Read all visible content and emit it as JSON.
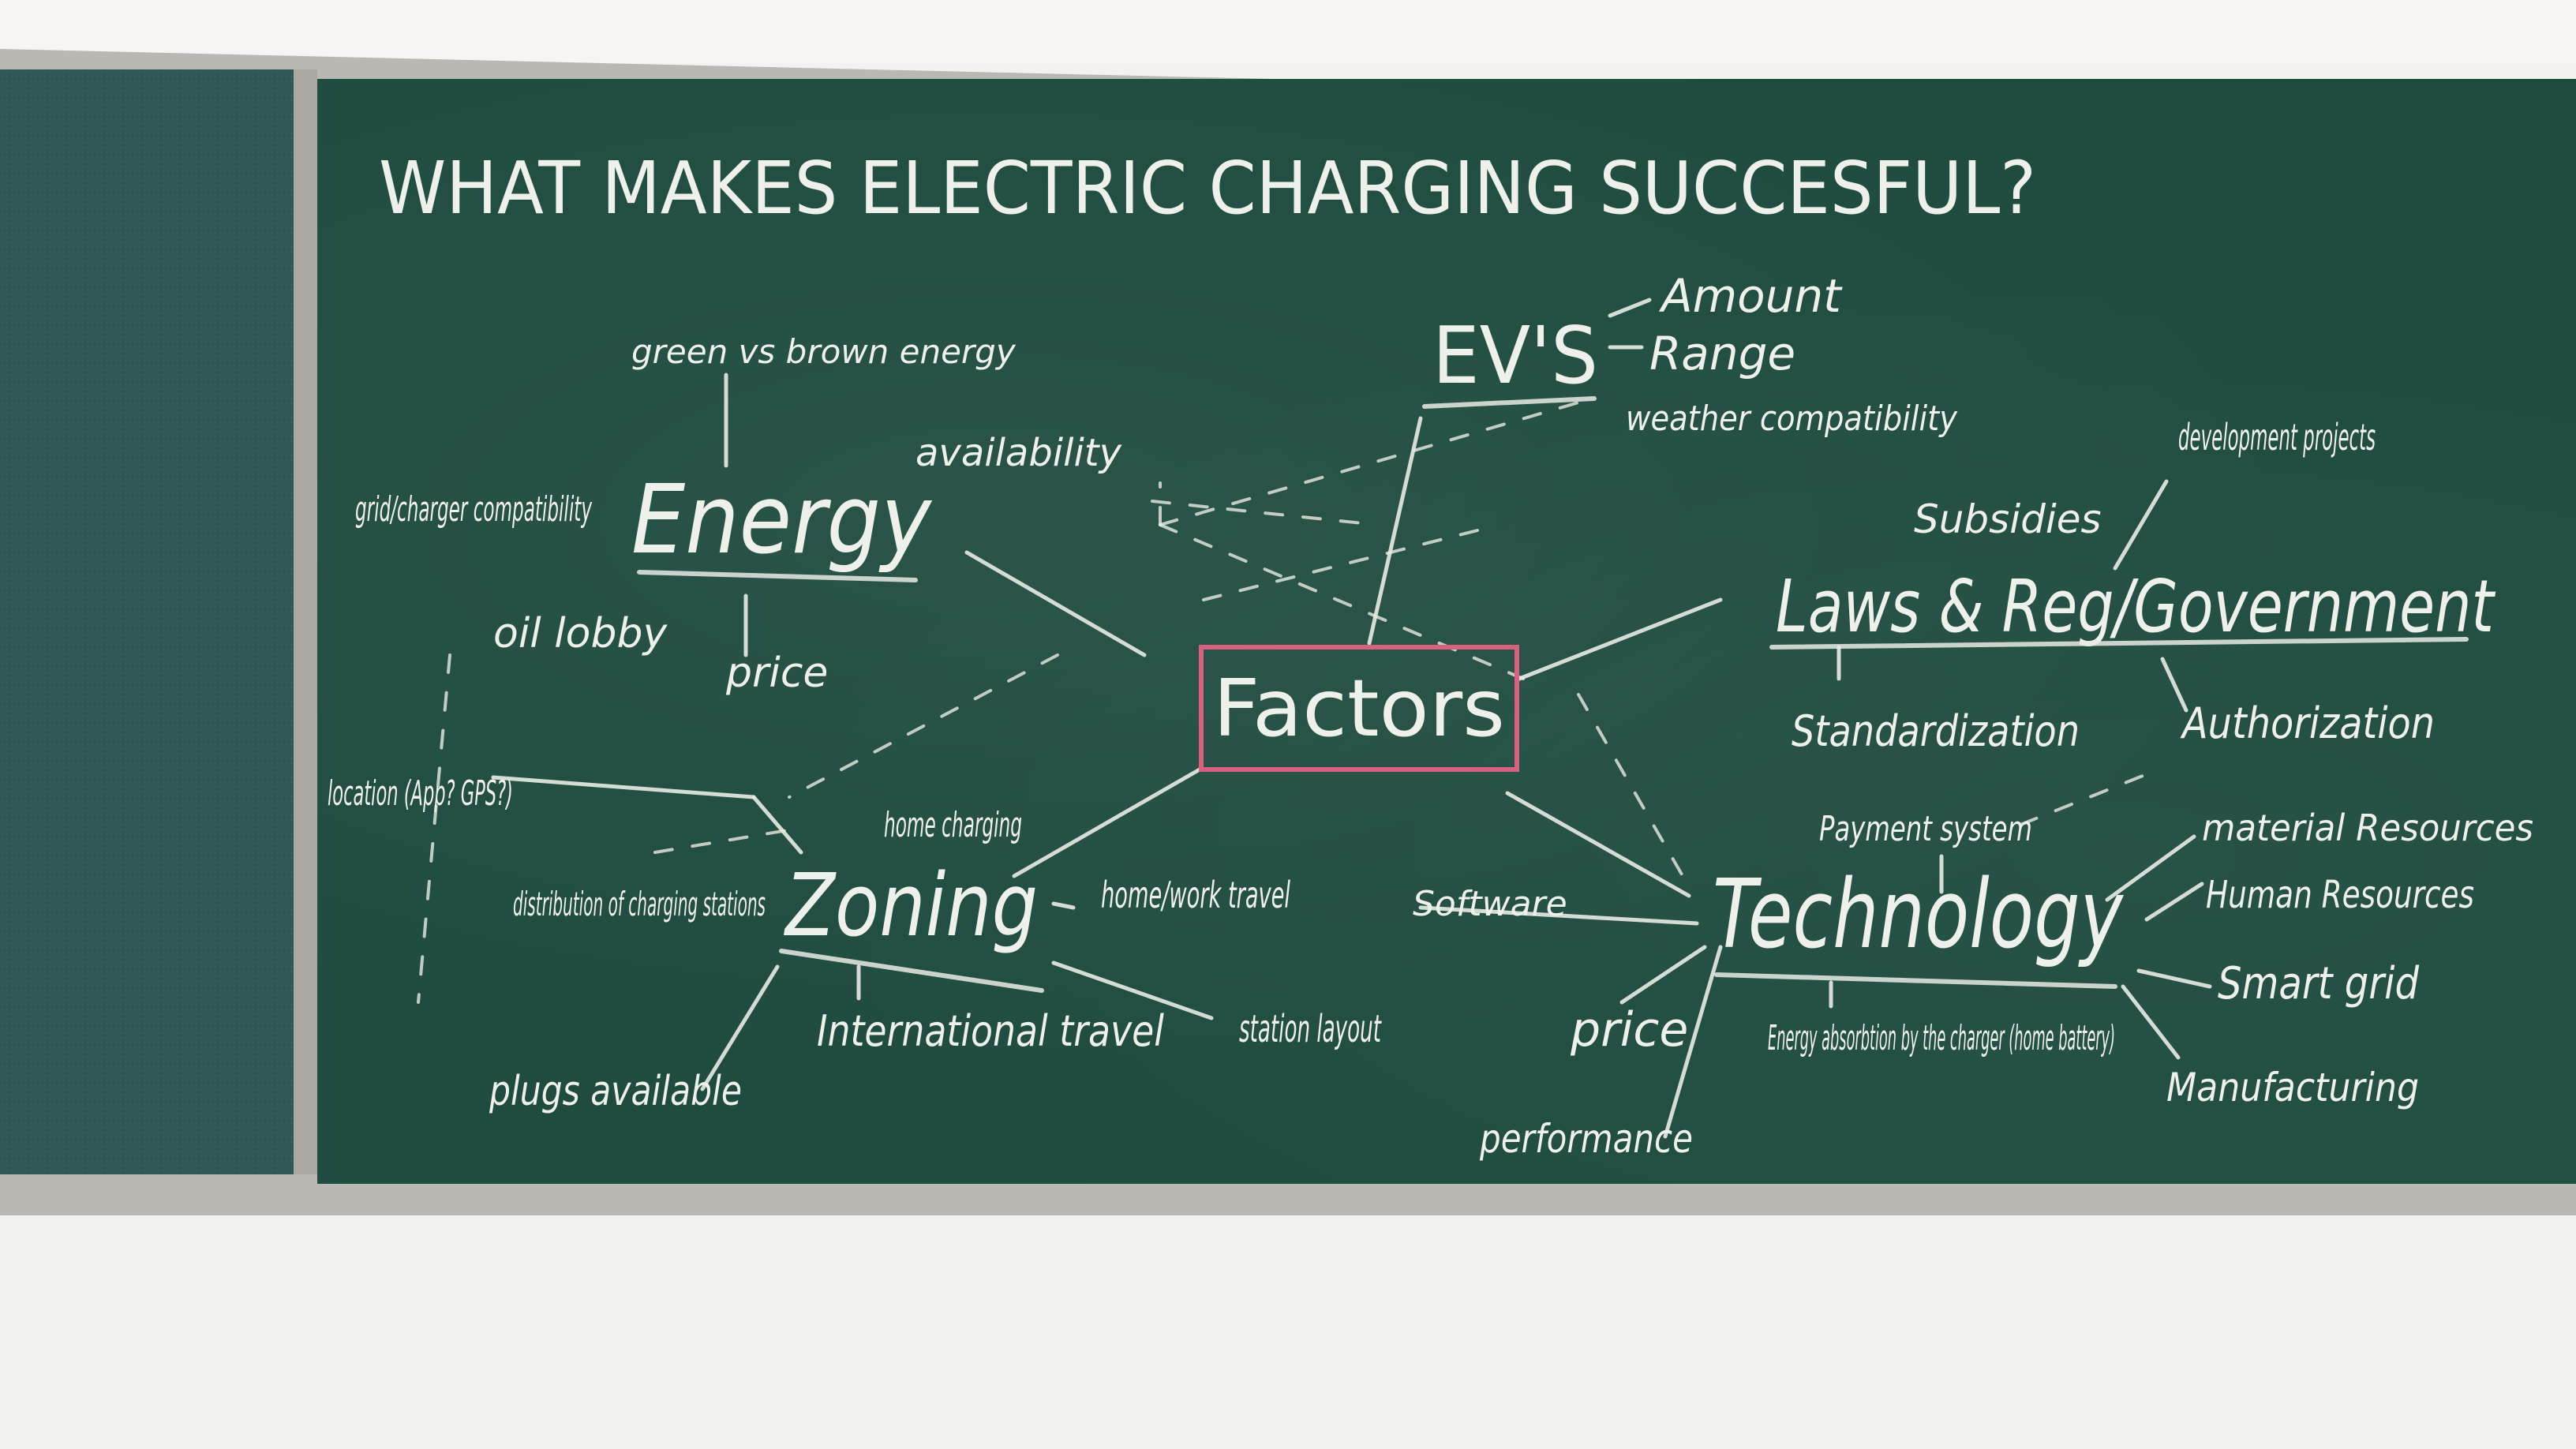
{
  "title": "WHAT MAKES ELECTRIC CHARGING SUCCESFUL?",
  "center": "Factors",
  "colors": {
    "chalkboard": "#1f4b40",
    "corkboard": "#2f5755",
    "frame": "#b9b8b2",
    "chalk": "#eef0ea",
    "center_box": "#d9607f"
  },
  "energy": {
    "label": "Energy",
    "items": [
      "green vs brown energy",
      "availability",
      "grid/charger compatibility",
      "oil lobby",
      "price"
    ]
  },
  "evs": {
    "label": "EV'S",
    "items": [
      "Amount",
      "Range",
      "weather compatibility"
    ]
  },
  "laws": {
    "label": "Laws & Reg/Government",
    "items": [
      "Subsidies",
      "development projects",
      "Standardization",
      "Authorization"
    ]
  },
  "zoning": {
    "label": "Zoning",
    "items": [
      "location (App? GPS?)",
      "home charging",
      "distribution of charging stations",
      "home/work travel",
      "International travel",
      "station layout",
      "plugs available"
    ]
  },
  "technology": {
    "label": "Technology",
    "items": [
      "Payment system",
      "Software",
      "material Resources",
      "Human Resources",
      "Smart grid",
      "Manufacturing",
      "price",
      "Energy absorbtion by the charger (home battery)",
      "performance"
    ]
  }
}
